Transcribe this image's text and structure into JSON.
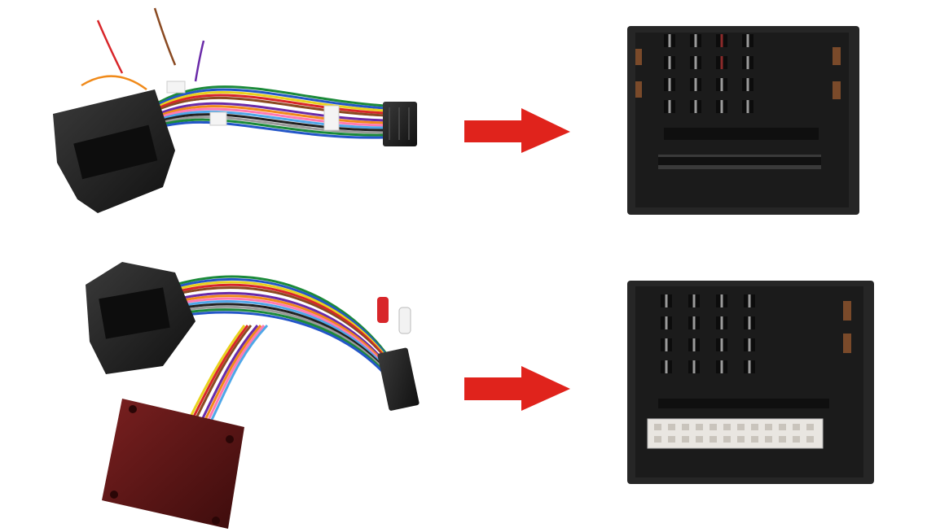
{
  "image": {
    "subject": "car-radio-wiring-harness-comparison",
    "panels": [
      {
        "id": "top",
        "harness": "quadlock-harness-without-can-box",
        "connector_face": "quadlock-connector-face"
      },
      {
        "id": "bottom",
        "harness": "quadlock-harness-with-can-box",
        "connector_face": "quadlock-connector-face-with-white-socket"
      }
    ]
  },
  "colors": {
    "background": "#ffffff",
    "arrow": "#e0231c",
    "connector": "#1e1e1e",
    "connector_face": "#2b2b2b",
    "can_box": "#5a1414",
    "white_socket": "#e9e6e1",
    "wires": [
      "#1b8a3a",
      "#2456c8",
      "#e8d21d",
      "#d8262a",
      "#8a4a22",
      "#ffffff",
      "#6a2aa8",
      "#f08a1a",
      "#ff79b0",
      "#4fa7e8",
      "#222222",
      "#9a9a9a"
    ]
  }
}
